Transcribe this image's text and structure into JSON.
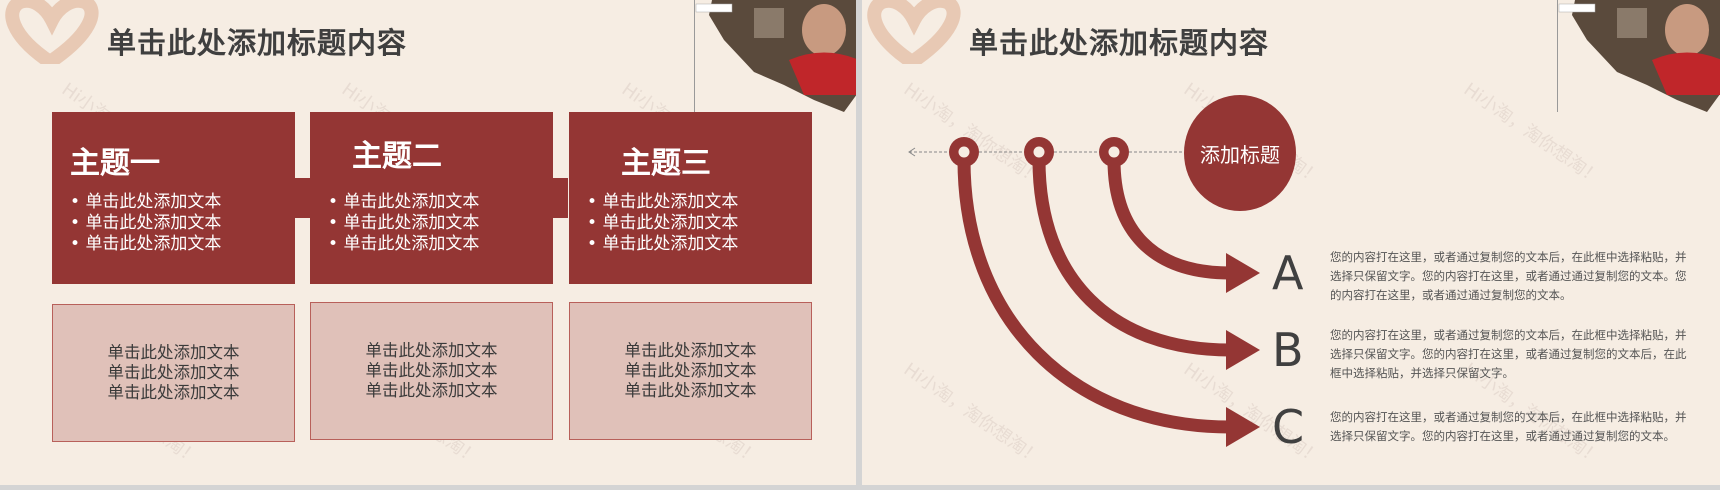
{
  "colors": {
    "accent": "#943634",
    "light_box": "#e0c1b9",
    "background": "#f6ede3",
    "text": "#3f3f3f"
  },
  "watermark": "Hi小淘，淘你想淘！",
  "slide1": {
    "title": "单击此处添加标题内容",
    "topics": [
      {
        "heading": "主题一",
        "bullets": [
          "单击此处添加文本",
          "单击此处添加文本",
          "单击此处添加文本"
        ],
        "box_lines": [
          "单击此处添加文本",
          "单击此处添加文本",
          "单击此处添加文本"
        ]
      },
      {
        "heading": "主题二",
        "bullets": [
          "单击此处添加文本",
          "单击此处添加文本",
          "单击此处添加文本"
        ],
        "box_lines": [
          "单击此处添加文本",
          "单击此处添加文本",
          "单击此处添加文本"
        ]
      },
      {
        "heading": "主题三",
        "bullets": [
          "单击此处添加文本",
          "单击此处添加文本",
          "单击此处添加文本"
        ],
        "box_lines": [
          "单击此处添加文本",
          "单击此处添加文本",
          "单击此处添加文本"
        ]
      }
    ]
  },
  "slide2": {
    "title": "单击此处添加标题内容",
    "circle_label": "添加标题",
    "items": [
      {
        "letter": "A",
        "text": "您的内容打在这里，或者通过复制您的文本后，在此框中选择粘贴，并选择只保留文字。您的内容打在这里，或者通过通过复制您的文本。您的内容打在这里，或者通过通过复制您的文本。"
      },
      {
        "letter": "B",
        "text": "您的内容打在这里，或者通过复制您的文本后，在此框中选择粘贴，并选择只保留文字。您的内容打在这里，或者通过复制您的文本后，在此框中选择粘贴，并选择只保留文字。"
      },
      {
        "letter": "C",
        "text": "您的内容打在这里，或者通过复制您的文本后，在此框中选择粘贴，并选择只保留文字。您的内容打在这里，或者通过通过复制您的文本。"
      }
    ]
  }
}
